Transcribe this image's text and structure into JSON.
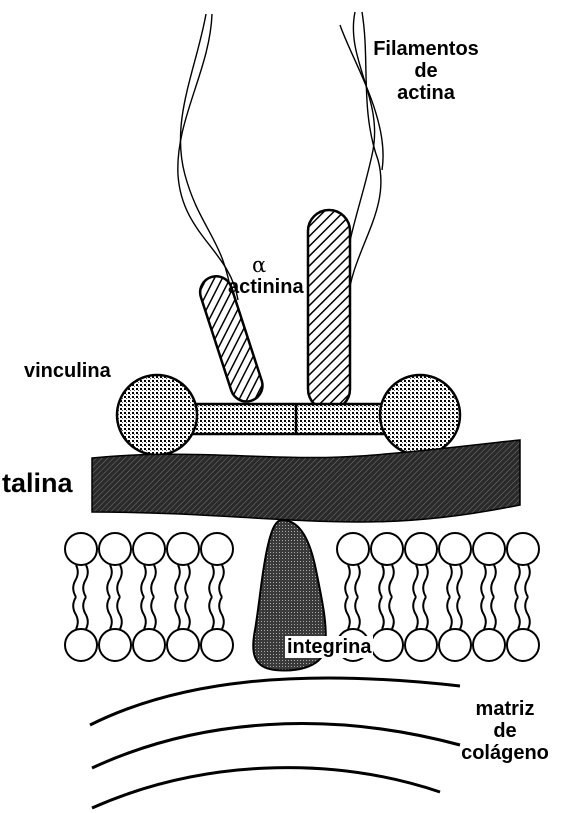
{
  "labels": {
    "filamentos": [
      "Filamentos",
      "de",
      "actina"
    ],
    "alpha_symbol": "α",
    "actinina": "actinina",
    "vinculina": "vinculina",
    "talina": "talina",
    "integrina": "integrina",
    "matriz": [
      "matriz",
      "de",
      "colágeno"
    ]
  },
  "colors": {
    "ink": "#000000",
    "background": "#ffffff",
    "stipple": "#9a9a9a",
    "talina_fill": "#3a3a3a",
    "integrina_fill": "#555555"
  }
}
